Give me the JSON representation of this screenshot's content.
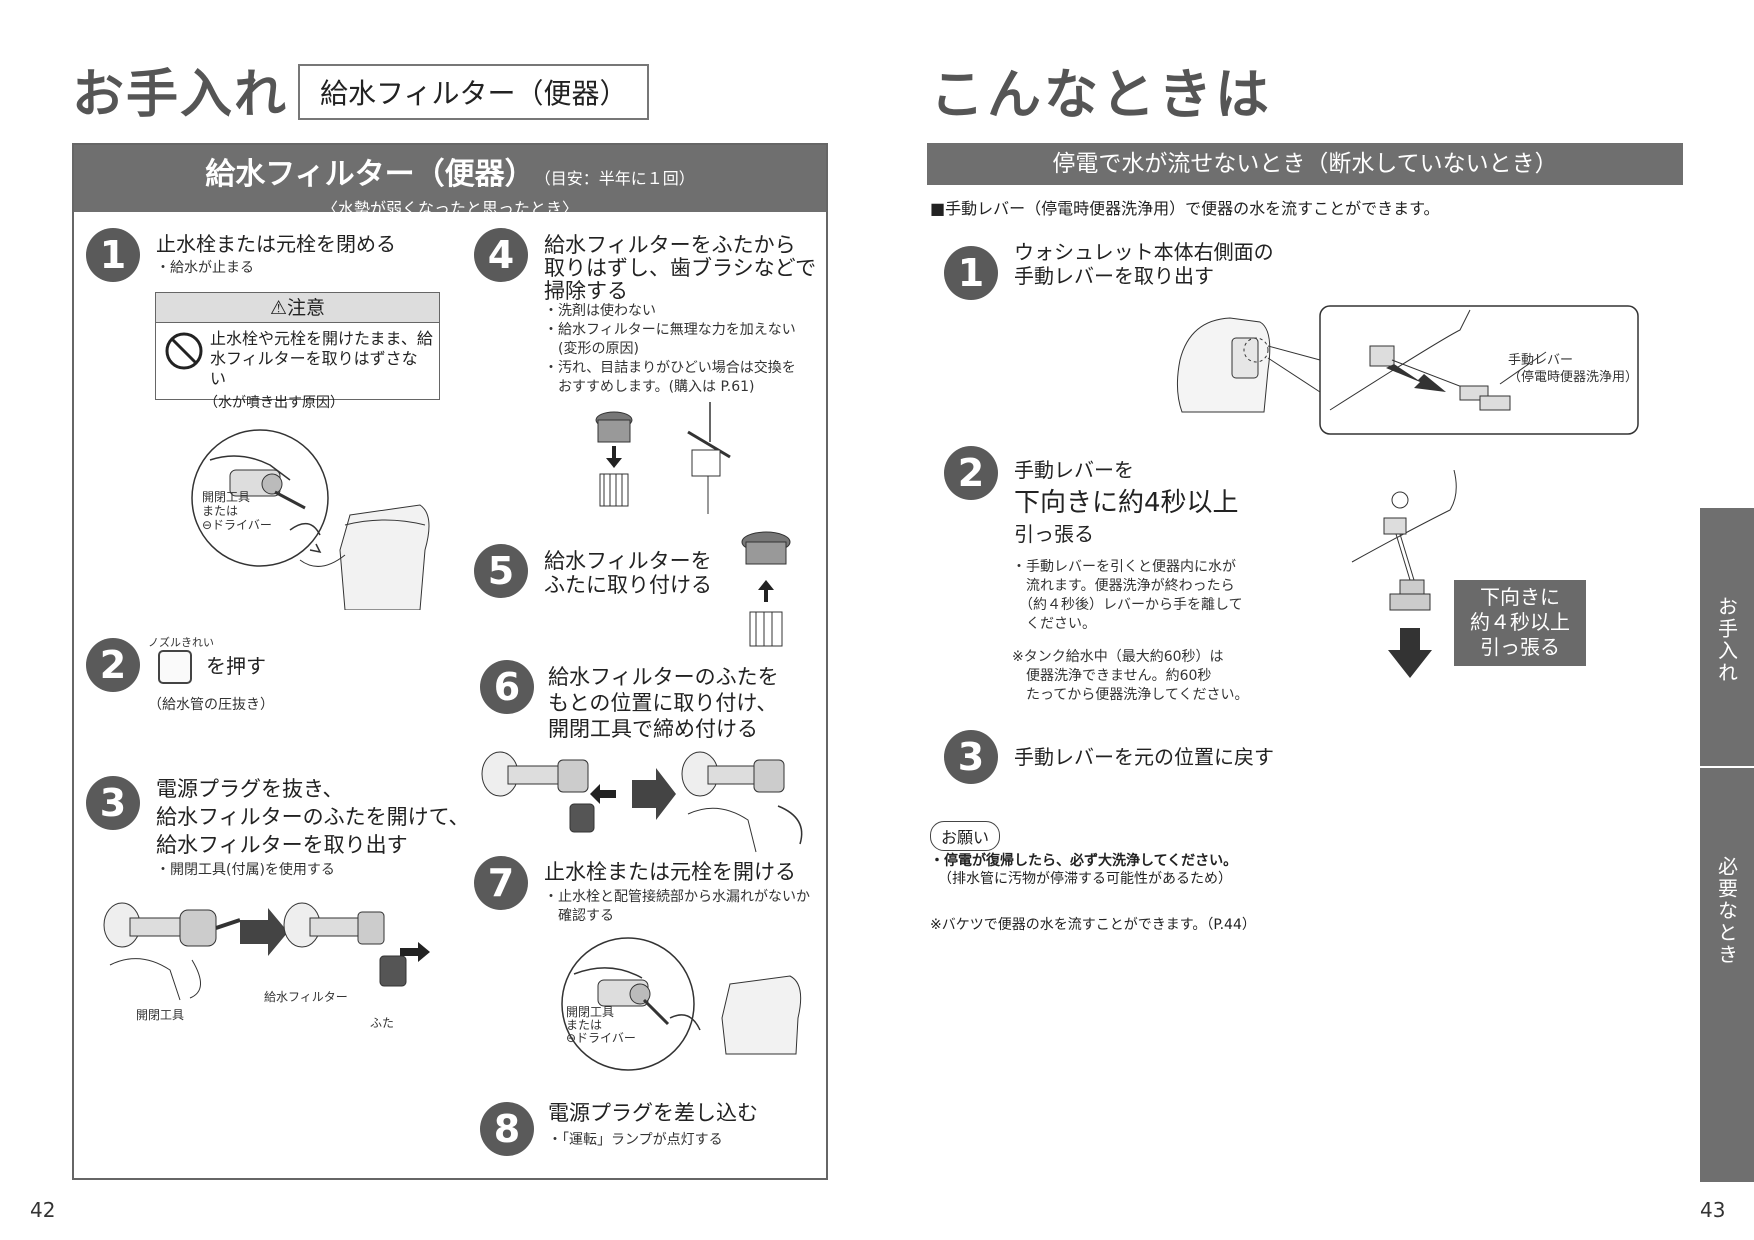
{
  "left": {
    "page_title": "お手入れ",
    "section_label": "給水フィルター（便器）",
    "panel": {
      "title": "給水フィルター（便器）",
      "frequency": "（目安：半年に１回）",
      "subtitle": "〈水勢が弱くなったと思ったとき〉"
    },
    "steps": [
      {
        "num": "1",
        "title": "止水栓または元栓を閉める",
        "notes": [
          "・給水が止まる"
        ]
      },
      {
        "num": "2",
        "label_above": "ノズルきれい",
        "title": "を押す",
        "notes": [
          "（給水管の圧抜き）"
        ]
      },
      {
        "num": "3",
        "title_lines": [
          "電源プラグを抜き、",
          "給水フィルターのふたを開けて、",
          "給水フィルターを取り出す"
        ],
        "notes": [
          "・開閉工具(付属)を使用する"
        ]
      },
      {
        "num": "4",
        "title_lines": [
          "給水フィルターをふたから",
          "取りはずし、歯ブラシなどで",
          "掃除する"
        ],
        "notes": [
          "・洗剤は使わない",
          "・給水フィルターに無理な力を加えない",
          "　(変形の原因)",
          "・汚れ、目詰まりがひどい場合は交換を",
          "　おすすめします。(購入は P.61)"
        ]
      },
      {
        "num": "5",
        "title_lines": [
          "給水フィルターを",
          "ふたに取り付ける"
        ]
      },
      {
        "num": "6",
        "title_lines": [
          "給水フィルターのふたを",
          "もとの位置に取り付け、",
          "開閉工具で締め付ける"
        ]
      },
      {
        "num": "7",
        "title": "止水栓または元栓を開ける",
        "notes": [
          "・止水栓と配管接続部から水漏れがないか",
          "　確認する"
        ]
      },
      {
        "num": "8",
        "title": "電源プラグを差し込む",
        "notes": [
          "・「運転」ランプが点灯する"
        ]
      }
    ],
    "caution": {
      "heading": "注意",
      "text_lines": [
        "止水栓や元栓を開けたまま、給",
        "水フィルターを取りはずさない"
      ],
      "reason": "（水が噴き出す原因）"
    },
    "illus_labels": {
      "tool_a": [
        "開閉工具",
        "または",
        "⊖ドライバー"
      ],
      "tool_b": [
        "開閉工具",
        "または",
        "⊖ドライバー"
      ],
      "kaihei": "開閉工具",
      "filter": "給水フィルター",
      "futa": "ふた"
    },
    "page_number": "42"
  },
  "right": {
    "page_title": "こんなときは",
    "bar_title": "停電で水が流せないとき（断水していないとき）",
    "intro": "■手動レバー（停電時便器洗浄用）で便器の水を流すことができます。",
    "steps": [
      {
        "num": "1",
        "title_lines": [
          "ウォシュレット本体右側面の",
          "手動レバーを取り出す"
        ]
      },
      {
        "num": "2",
        "title_a": "手動レバーを",
        "title_b": "下向きに約4秒以上",
        "title_c": "引っ張る",
        "notes": [
          "・手動レバーを引くと便器内に水が",
          "　流れます。便器洗浄が終わったら",
          "　（約４秒後）レバーから手を離して",
          "　ください。"
        ],
        "notes2": [
          "※タンク給水中（最大約60秒）は",
          "　便器洗浄できません。約60秒",
          "　たってから便器洗浄してください。"
        ]
      },
      {
        "num": "3",
        "title": "手動レバーを元の位置に戻す"
      }
    ],
    "lever_label": [
      "手動レバー",
      "（停電時便器洗浄用）"
    ],
    "callout_lines": [
      "下向きに",
      "約４秒以上",
      "引っ張る"
    ],
    "onegai": "お願い",
    "onegai_lines": [
      "・停電が復帰したら、必ず大洗浄してください。",
      "（排水管に汚物が停滞する可能性があるため）"
    ],
    "bucket_note": "※バケツで便器の水を流すことができます。（P.44）",
    "side_tabs": [
      "お手入れ",
      "必要なとき"
    ],
    "page_number": "43"
  },
  "colors": {
    "header_gray": "#6f6f6f",
    "circle_gray": "#5a5a5a",
    "caution_head": "#dddddd"
  }
}
